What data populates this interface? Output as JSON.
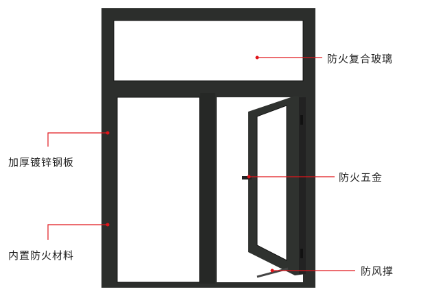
{
  "labels": {
    "fire_glass": "防火复合玻璃",
    "steel_plate": "加厚镀锌钢板",
    "fire_material": "内置防火材料",
    "hardware": "防火五金",
    "wind_stay": "防风撑"
  },
  "colors": {
    "frame": "#2c2e2c",
    "leader": "#e0161b"
  }
}
